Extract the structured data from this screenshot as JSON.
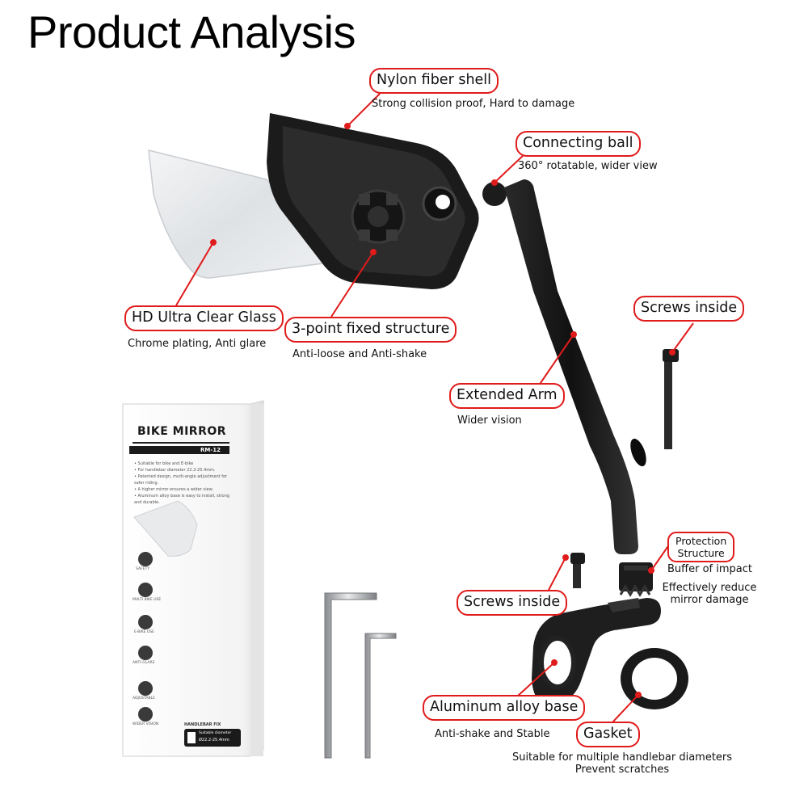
{
  "title": "Product Analysis",
  "callouts": {
    "nylon": {
      "label": "Nylon fiber shell",
      "desc": "Strong collision proof, Hard to damage"
    },
    "ball": {
      "label": "Connecting ball",
      "desc": "360° rotatable, wider view"
    },
    "glass": {
      "label": "HD Ultra Clear Glass",
      "desc": "Chrome plating, Anti glare"
    },
    "three_point": {
      "label": "3-point fixed structure",
      "desc": "Anti-loose and Anti-shake"
    },
    "screws_top": {
      "label": "Screws inside"
    },
    "arm": {
      "label": "Extended Arm",
      "desc": "Wider vision"
    },
    "protection": {
      "label_line1": "Protection",
      "label_line2": "Structure",
      "desc1": "Buffer of impact",
      "desc2": "Effectively reduce",
      "desc3": "mirror damage"
    },
    "screws_bottom": {
      "label": "Screws inside"
    },
    "base": {
      "label": "Aluminum alloy base",
      "desc": "Anti-shake and Stable"
    },
    "gasket": {
      "label": "Gasket",
      "desc1": "Suitable for multiple handlebar diameters",
      "desc2": "Prevent scratches"
    }
  },
  "box": {
    "brand": "BIKE MIRROR",
    "model": "RM-12",
    "features": [
      "• Suitable for bike and E-bike",
      "• For handlebar diameter 22.2-25.4mm.",
      "• Patented design, multi-angle adjustment for safer riding.",
      "• A higher mirror ensures a wider view.",
      "• Aluminum alloy base is easy to install, strong and durable."
    ],
    "icon_labels": [
      "SAFETY",
      "MULTI BIKE USE",
      "E-BIKE USE",
      "ANTI-GLARE",
      "ADJUSTABLE",
      "WIDER VISION"
    ],
    "fix_title": "HANDLEBAR FIX",
    "fix_sub": "Suitable diameter",
    "fix_range": "Ø22.2-25.4mm"
  },
  "colors": {
    "accent": "#e01b1b",
    "dark_part": "#1a1a1a"
  }
}
